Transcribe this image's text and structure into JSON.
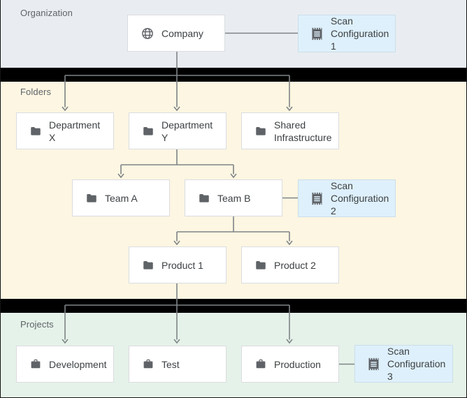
{
  "diagram": {
    "title_context": "Resource hierarchy with scan configurations",
    "sections": [
      {
        "id": "organization",
        "label": "Organization",
        "bg": "#e9edf1"
      },
      {
        "id": "folders",
        "label": "Folders",
        "bg": "#fdf6e2"
      },
      {
        "id": "projects",
        "label": "Projects",
        "bg": "#e5f2e9"
      }
    ],
    "colors": {
      "divider_bar": "#000000",
      "connector": "#7f8487",
      "node_background": "#ffffff",
      "node_border": "#dadce0",
      "scan_background": "#def0fb",
      "scan_border": "#ccdeea",
      "icon": "#5f6368",
      "text": "#3c4043",
      "section_label": "#5f6368"
    },
    "nodes": {
      "company": {
        "label": "Company",
        "icon": "globe-icon",
        "section": "Organization"
      },
      "scan_config_1": {
        "label": "Scan Configuration 1",
        "icon": "scan-config-icon",
        "section": "Organization"
      },
      "department_x": {
        "label": "Department X",
        "icon": "folder-icon",
        "section": "Folders"
      },
      "department_y": {
        "label": "Department Y",
        "icon": "folder-icon",
        "section": "Folders"
      },
      "shared_infrastructure": {
        "label": "Shared Infrastructure",
        "icon": "folder-icon",
        "section": "Folders"
      },
      "team_a": {
        "label": "Team A",
        "icon": "folder-icon",
        "section": "Folders"
      },
      "team_b": {
        "label": "Team B",
        "icon": "folder-icon",
        "section": "Folders"
      },
      "scan_config_2": {
        "label": "Scan Configuration 2",
        "icon": "scan-config-icon",
        "section": "Folders"
      },
      "product_1": {
        "label": "Product 1",
        "icon": "folder-icon",
        "section": "Folders"
      },
      "product_2": {
        "label": "Product 2",
        "icon": "folder-icon",
        "section": "Folders"
      },
      "development": {
        "label": "Development",
        "icon": "briefcase-icon",
        "section": "Projects"
      },
      "test": {
        "label": "Test",
        "icon": "briefcase-icon",
        "section": "Projects"
      },
      "production": {
        "label": "Production",
        "icon": "briefcase-icon",
        "section": "Projects"
      },
      "scan_config_3": {
        "label": "Scan Configuration 3",
        "icon": "scan-config-icon",
        "section": "Projects"
      }
    },
    "hierarchy": {
      "Company": [
        "Department X",
        "Department Y",
        "Shared Infrastructure"
      ],
      "Department Y": [
        "Team A",
        "Team B"
      ],
      "Team B": [
        "Product 1",
        "Product 2"
      ],
      "Product 1": [
        "Development",
        "Test",
        "Production"
      ]
    },
    "scan_attachments": [
      {
        "target": "Company",
        "scan": "Scan Configuration 1"
      },
      {
        "target": "Team B",
        "scan": "Scan Configuration 2"
      },
      {
        "target": "Production",
        "scan": "Scan Configuration 3"
      }
    ]
  }
}
